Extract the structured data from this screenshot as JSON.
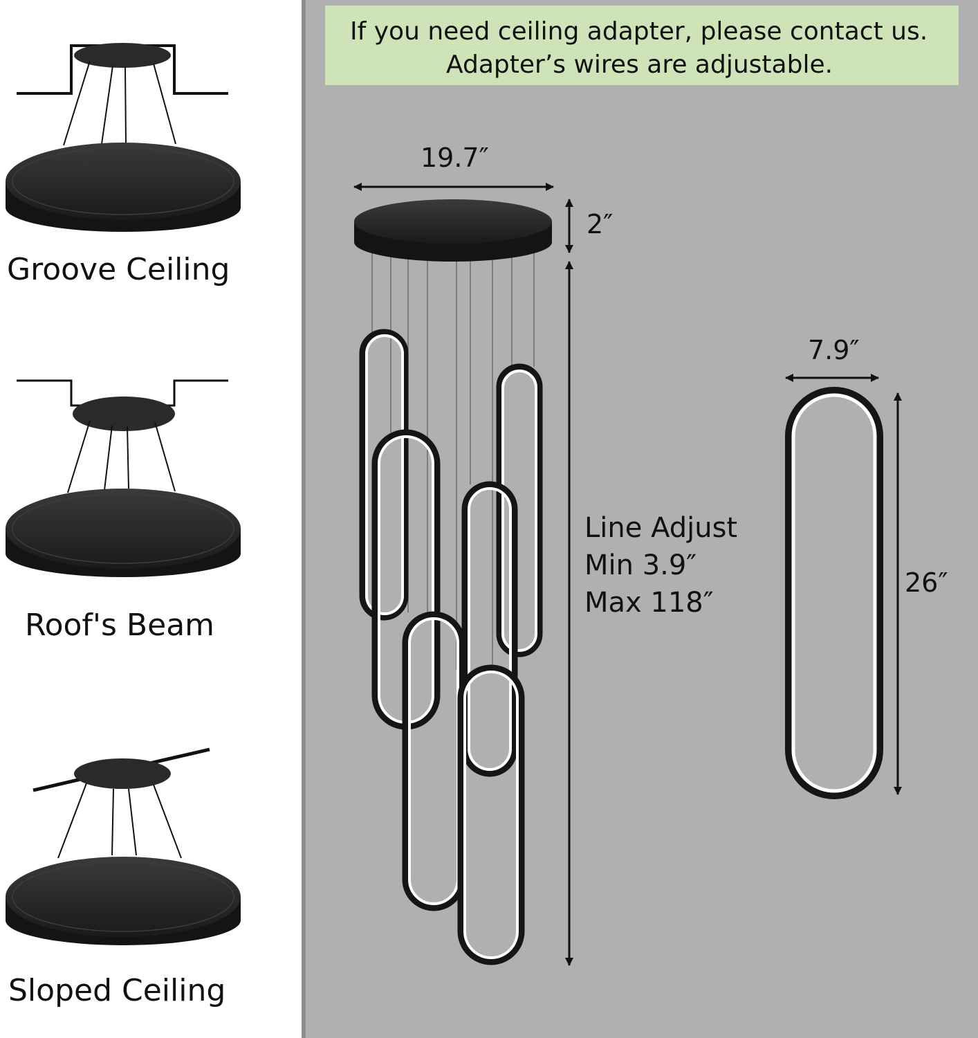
{
  "notice": {
    "line1": "If you need ceiling adapter, please contact us.",
    "line2": "Adapter’s wires are adjustable."
  },
  "mount_types": [
    {
      "label": "Groove Ceiling"
    },
    {
      "label": "Roof's Beam"
    },
    {
      "label": "Sloped Ceiling"
    }
  ],
  "dimensions": {
    "canopy_diameter": "19.7″",
    "canopy_height": "2″",
    "ring_width": "7.9″",
    "ring_height": "26″"
  },
  "line_adjust": {
    "title": "Line Adjust",
    "min": "Min 3.9″",
    "max": "Max 118″"
  },
  "colors": {
    "panel_gray": "#b0b0b0",
    "notice_green": "#cfe3b8",
    "fixture_black": "#151515"
  }
}
